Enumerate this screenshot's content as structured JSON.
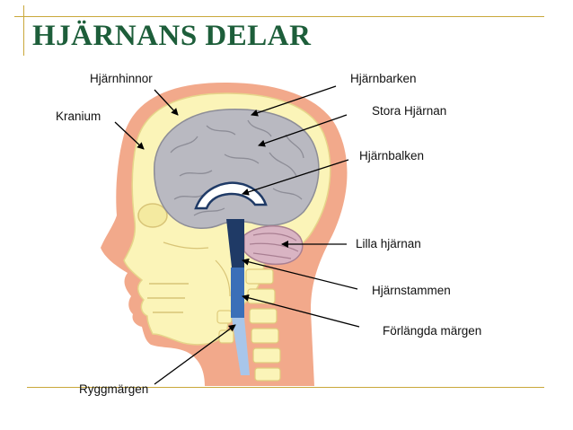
{
  "title": "HJÄRNANS DELAR",
  "labels": {
    "hjarnhinnor": "Hjärnhinnor",
    "kranium": "Kranium",
    "hjarnbarken": "Hjärnbarken",
    "stora_hjarnan": "Stora Hjärnan",
    "hjarnbalken": "Hjärnbalken",
    "lilla_hjarnan": "Lilla hjärnan",
    "hjarnstammen": "Hjärnstammen",
    "forlangda_margen": "Förlängda märgen",
    "ryggmargen": "Ryggmärgen"
  },
  "colors": {
    "title": "#1d5e3a",
    "rule": "#c9a83a",
    "skin": "#f2a98b",
    "skull": "#fbf4b8",
    "brain": "#b9b9c1",
    "cerebellum": "#d9b4c3",
    "brainstem": "#1f3a66",
    "medulla": "#3b6fb8",
    "spinal_cord": "#a8c6ea"
  }
}
